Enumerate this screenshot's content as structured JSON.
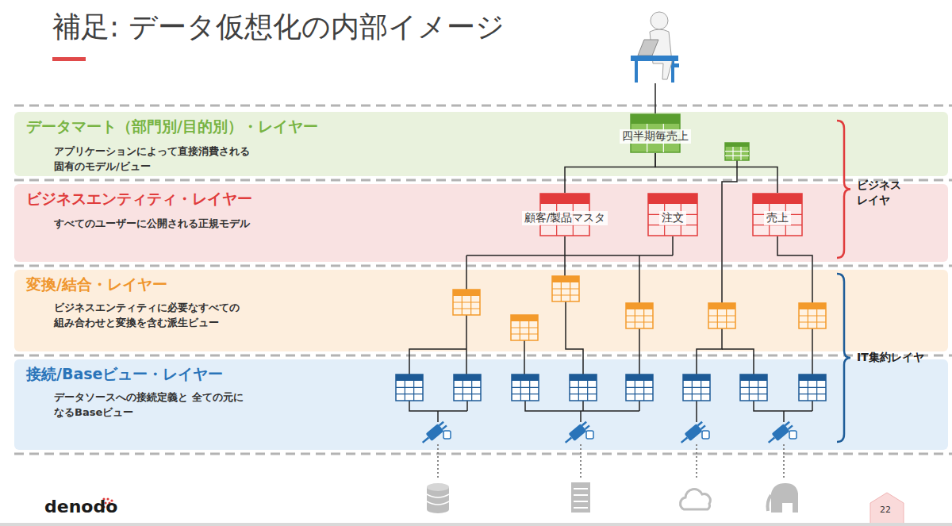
{
  "diagram": {
    "title": "補足: データ仮想化の内部イメージ",
    "nodes": [
      {
        "text": [
          "データマート（部門別/目的別）・レイヤー",
          "アプリケーションによって直接消費される固有のモデル/ビュー"
        ]
      },
      {
        "text": [
          "ビジネスエンティティ・レイヤー",
          "すべてのユーザーに公開される正規モデル"
        ]
      },
      {
        "text": [
          "変換/結合・レイヤー",
          "ビジネスエンティティに必要なすべての 組み合わせと変換を含む派生ビュー"
        ]
      },
      {
        "text": [
          "接続/Baseビュー・レイヤー",
          "データソースへの接続定義と 全ての元になるBaseビュー"
        ]
      },
      {
        "text": [
          "四半期毎売上"
        ],
        "in": 0
      },
      {
        "text": [
          "顧客/製品マスタ"
        ],
        "in": 1
      },
      {
        "text": [
          "注文"
        ],
        "in": 1
      },
      {
        "text": [
          "売上"
        ],
        "in": 1
      }
    ],
    "edges": [
      {
        "from": 4,
        "to": 5,
        "arrow": "none"
      },
      {
        "from": 4,
        "to": 7,
        "arrow": "none"
      }
    ],
    "labels": [
      "ビジネス レイヤ",
      "IT集約レイヤ",
      "denodo",
      "22"
    ]
  }
}
